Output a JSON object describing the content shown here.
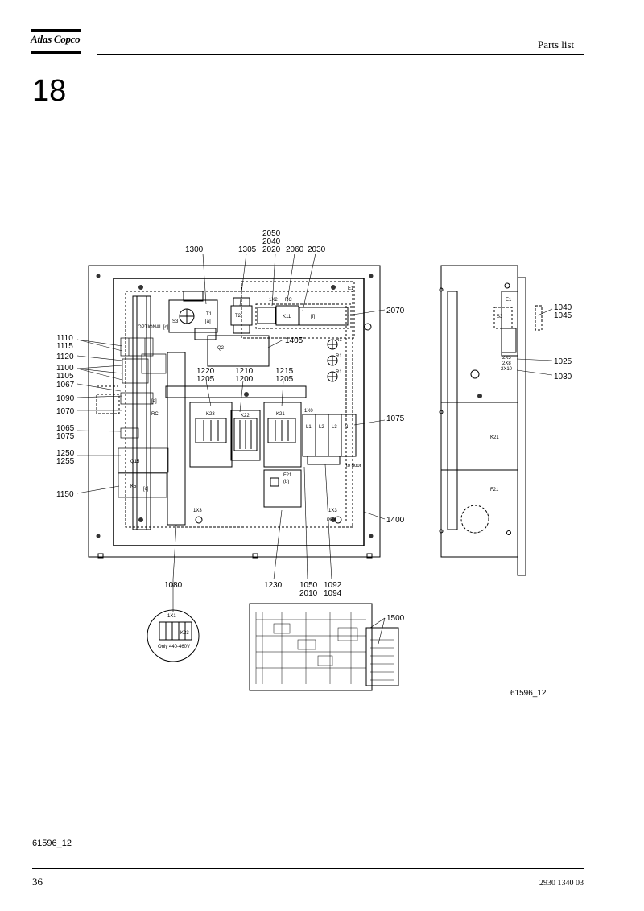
{
  "header": {
    "brand": "Atlas Copco",
    "section_title": "Parts list"
  },
  "chapter_number": "18",
  "drawing": {
    "figure_ref": "61596_12",
    "callouts": {
      "c1300": "1300",
      "c1305": "1305",
      "c2050": "2050",
      "c2040": "2040",
      "c2020": "2020",
      "c2060": "2060",
      "c2030": "2030",
      "c2070": "2070",
      "c1040": "1040",
      "c1045": "1045",
      "c1110": "1110",
      "c1115": "1115",
      "c1405": "1405",
      "c1120": "1120",
      "c1100": "1100",
      "c1105": "1105",
      "c1025": "1025",
      "c1030": "1030",
      "c1220": "1220",
      "c1205a": "1205",
      "c1210": "1210",
      "c1200": "1200",
      "c1215": "1215",
      "c1205b": "1205",
      "c1067": "1067",
      "c1090": "1090",
      "c1070": "1070",
      "c1075a": "1075",
      "c1065": "1065",
      "c1075b": "1075",
      "c1250": "1250",
      "c1255": "1255",
      "c1150": "1150",
      "c1400": "1400",
      "c1080": "1080",
      "c1230": "1230",
      "c1050": "1050",
      "c2010": "2010",
      "c1092": "1092",
      "c1094": "1094",
      "c1500": "1500"
    },
    "component_labels": {
      "t1": "T1",
      "t1_sub": "[a]",
      "t2": "T2",
      "s3": "S3",
      "q2": "Q2",
      "k11": "K11",
      "f_bracket": "[f]",
      "e1": "E1",
      "k23": "K23",
      "k22": "K22",
      "k21": "K21",
      "f21": "F21",
      "f21_sub": "(b)",
      "l1": "L1",
      "l2": "L2",
      "l3": "L3",
      "n": "N",
      "x0": "1X0",
      "x1": "1X1",
      "x2": "1X2",
      "x3_left": "1X3",
      "x3_right": "1X3",
      "pe": "PE",
      "to_door": "to door",
      "rc1": "RC",
      "rc2": "RC",
      "e_bracket": "[e]",
      "c_bracket": "[c]",
      "q15": "Q15",
      "k5": "K5",
      "r1a": "R1",
      "r1b": "R1",
      "r1c": "R1",
      "only": "Only 440-460V",
      "optional": "OPTIONAL [c]",
      "side_e1": "E1",
      "side_s3": "S3",
      "side_k21": "K21",
      "side_f21": "F21",
      "zx5": "2X5",
      "zx8": "2X8",
      "zx10": "2X10"
    }
  },
  "footer": {
    "figure_ref": "61596_12",
    "page_number": "36",
    "document_number": "2930 1340 03"
  }
}
